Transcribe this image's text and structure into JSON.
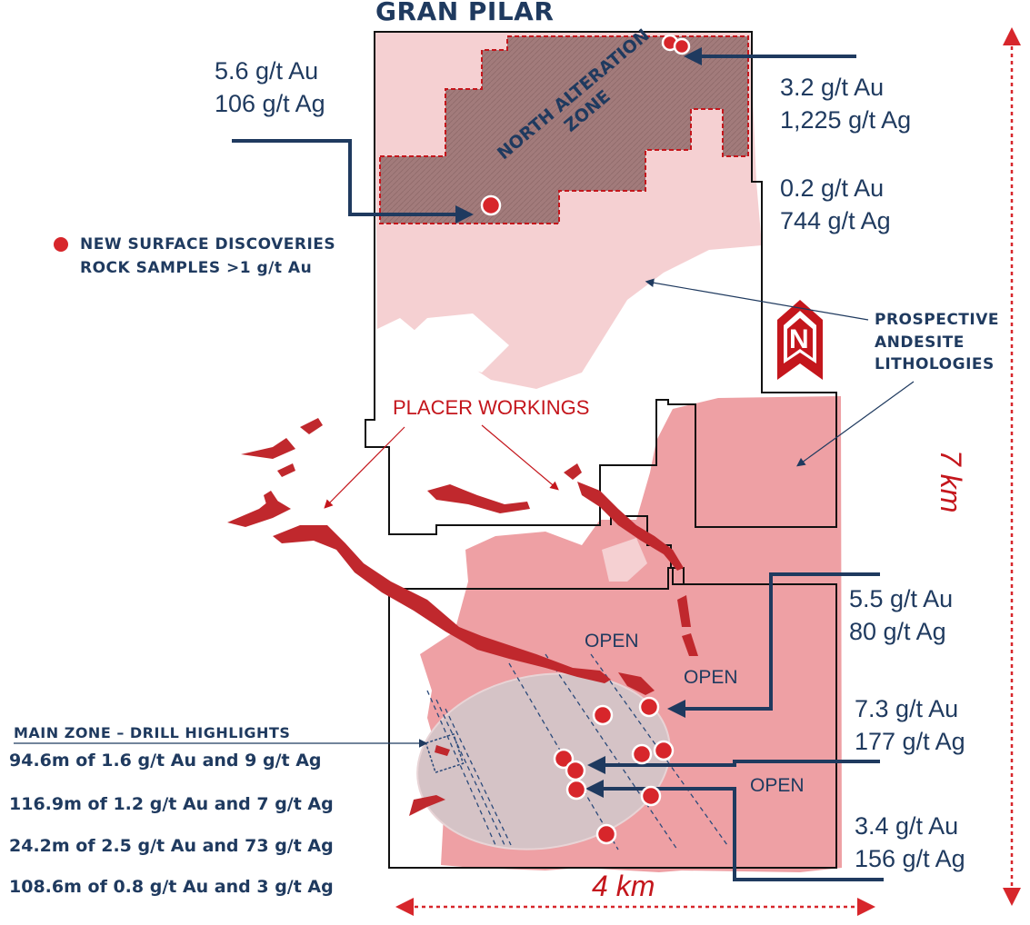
{
  "title": "GRAN PILAR",
  "legend": {
    "line1": "NEW SURFACE DISCOVERIES",
    "line2": "ROCK SAMPLES >1 g/t Au",
    "marker_color": "#d7262b"
  },
  "north_zone_label": {
    "line1": "NORTH ALTERATION",
    "line2": "ZONE"
  },
  "andesite_label": {
    "line1": "PROSPECTIVE",
    "line2": "ANDESITE",
    "line3": "LITHOLOGIES"
  },
  "placer_label": "PLACER WORKINGS",
  "north_arrow": "N",
  "open_labels": [
    "OPEN",
    "OPEN",
    "OPEN"
  ],
  "scale": {
    "horizontal": "4 km",
    "vertical": "7 km"
  },
  "assays": [
    {
      "au": "5.6 g/t Au",
      "ag": "106 g/t Ag"
    },
    {
      "au": "3.2 g/t Au",
      "ag": "1,225 g/t Ag"
    },
    {
      "au": "0.2 g/t Au",
      "ag": "744 g/t Ag"
    },
    {
      "au": "5.5 g/t Au",
      "ag": "80 g/t Ag"
    },
    {
      "au": "7.3 g/t Au",
      "ag": "177 g/t Ag"
    },
    {
      "au": "3.4 g/t Au",
      "ag": "156 g/t Ag"
    }
  ],
  "main_zone": {
    "heading": "MAIN ZONE – DRILL HIGHLIGHTS",
    "intercepts": [
      "94.6m of 1.6 g/t Au and 9 g/t Ag",
      "116.9m of 1.2 g/t Au and 7 g/t Ag",
      "24.2m of 2.5 g/t Au and 73 g/t Ag",
      "108.6m of 0.8 g/t Au and 3 g/t Ag"
    ]
  },
  "colors": {
    "navy": "#1f3a5f",
    "red": "#c4161c",
    "andesite_light": "#f5d0d2",
    "andesite_main": "#eea0a4",
    "alteration_zone": "#9c7474",
    "placer": "#c0282d"
  }
}
